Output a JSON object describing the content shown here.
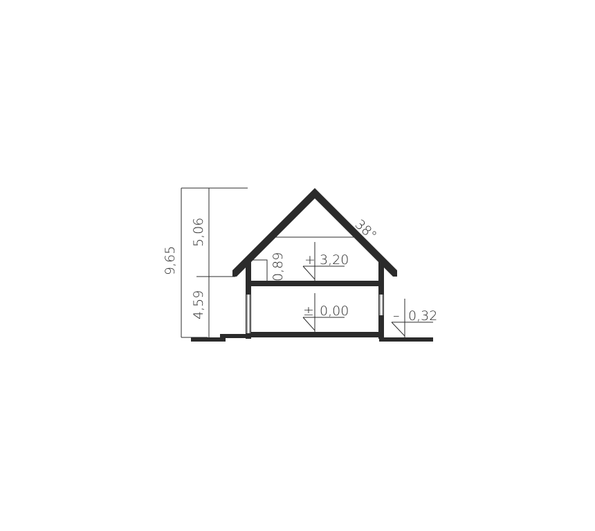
{
  "section": {
    "dimensions": {
      "total_height": "9,65",
      "roof_height": "5,06",
      "ground_to_eave": "4,59",
      "knee_wall": "0,89"
    },
    "roof_angle": "38°",
    "levels": {
      "attic_floor": {
        "sign": "+",
        "value": "3,20"
      },
      "ground_floor": {
        "sign": "±",
        "value": "0,00"
      },
      "terrain": {
        "sign": "–",
        "value": "0,32"
      }
    }
  }
}
